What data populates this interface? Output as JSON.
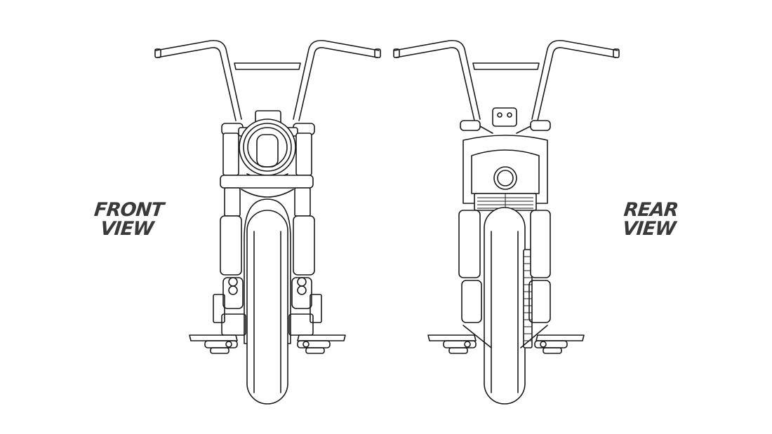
{
  "labels": {
    "front": [
      "FRONT",
      "VIEW"
    ],
    "rear": [
      "REAR",
      "VIEW"
    ]
  },
  "colors": {
    "background": "#ffffff",
    "line": "#1a1a1a",
    "label_text": "#3a3a3a"
  }
}
